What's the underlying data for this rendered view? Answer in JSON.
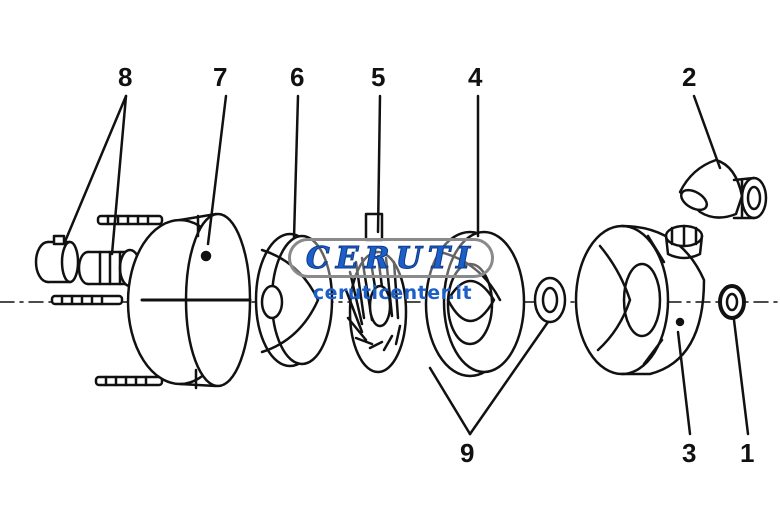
{
  "labels": {
    "part1": "1",
    "part2": "2",
    "part3": "3",
    "part4": "4",
    "part5": "5",
    "part6": "6",
    "part7": "7",
    "part8": "8",
    "part9": "9"
  },
  "watermark": {
    "brand": "CERUTI",
    "site": "ceruticenter.it"
  },
  "colors": {
    "line": "#111111",
    "watermark_blue": "#1d5fc8"
  }
}
